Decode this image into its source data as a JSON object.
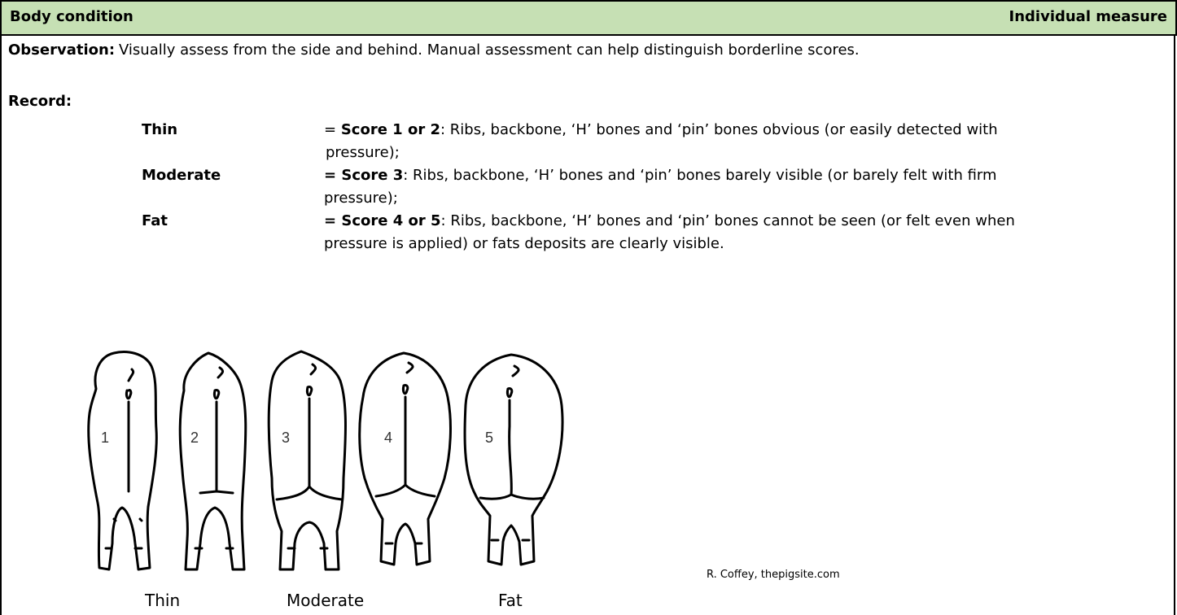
{
  "header": {
    "title": "Body condition",
    "measure_type": "Individual measure"
  },
  "observation": {
    "label": "Observation:",
    "text": "Visually assess from the side and behind. Manual assessment can help distinguish borderline scores."
  },
  "record": {
    "label": "Record:",
    "items": [
      {
        "category": "Thin",
        "eq": "= ",
        "score": "Score 1 or 2",
        "line1": ": Ribs, backbone, ‘H’ bones and ‘pin’ bones obvious (or easily detected with",
        "line2": "pressure);"
      },
      {
        "category": "Moderate",
        "eq": "= ",
        "score": "Score 3",
        "line1": ": Ribs, backbone, ‘H’ bones and ‘pin’ bones barely visible (or barely felt with firm",
        "line2": "pressure);"
      },
      {
        "category": "Fat",
        "eq": "= ",
        "score": "Score 4 or 5",
        "line1": ": Ribs, backbone, ‘H’ bones and ‘pin’ bones cannot be seen (or felt even when",
        "line2": "pressure is applied) or fats deposits are clearly visible."
      }
    ]
  },
  "figure": {
    "score_numbers": [
      "1",
      "2",
      "3",
      "4",
      "5"
    ],
    "credit": "R. Coffey, thepigsite.com",
    "captions": [
      "Thin",
      "Moderate",
      "Fat"
    ]
  }
}
